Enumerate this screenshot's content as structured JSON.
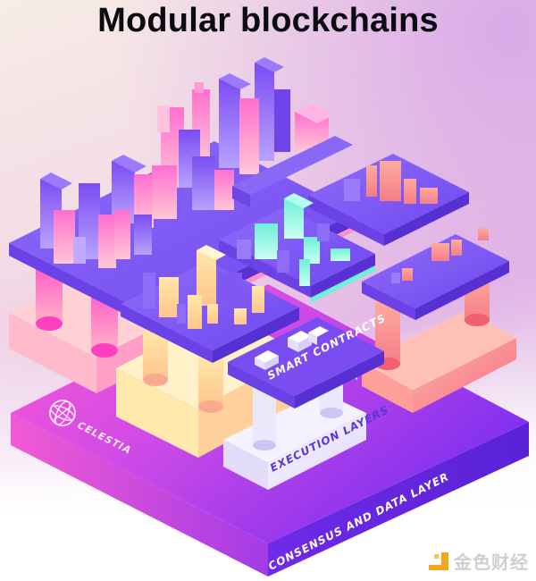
{
  "title": "Modular blockchains",
  "brand": {
    "name": "CELESTIA",
    "icon": "globe-icon"
  },
  "layers": [
    {
      "id": "consensus",
      "label": "CONSENSUS AND DATA LAYER",
      "color": "#8a2be2"
    },
    {
      "id": "execution",
      "label": "EXECUTION LAYERS",
      "color": "#ece6fb"
    },
    {
      "id": "contracts",
      "label": "SMART CONTRACTS",
      "color": "#7b4cf0"
    }
  ],
  "platforms": [
    {
      "id": "pink-chain",
      "color": "#ff5fc8"
    },
    {
      "id": "cream-chain",
      "color": "#ffe3a8"
    },
    {
      "id": "coral-chain",
      "color": "#f77e86"
    },
    {
      "id": "cyan-chain",
      "color": "#6ff0d8"
    }
  ],
  "palette": {
    "base_magenta": "#ff57d4",
    "base_violet": "#7a2cf2",
    "platform_top": "#7e5af5",
    "platform_side": "#5b35d8",
    "pink": "#ff66c9",
    "cream": "#ffe7a9",
    "coral": "#f87a86",
    "cyan": "#71f2d6",
    "lavender": "#ece8fc"
  },
  "watermark": {
    "text": "金色财经",
    "icon": "jinse-logo-icon"
  }
}
